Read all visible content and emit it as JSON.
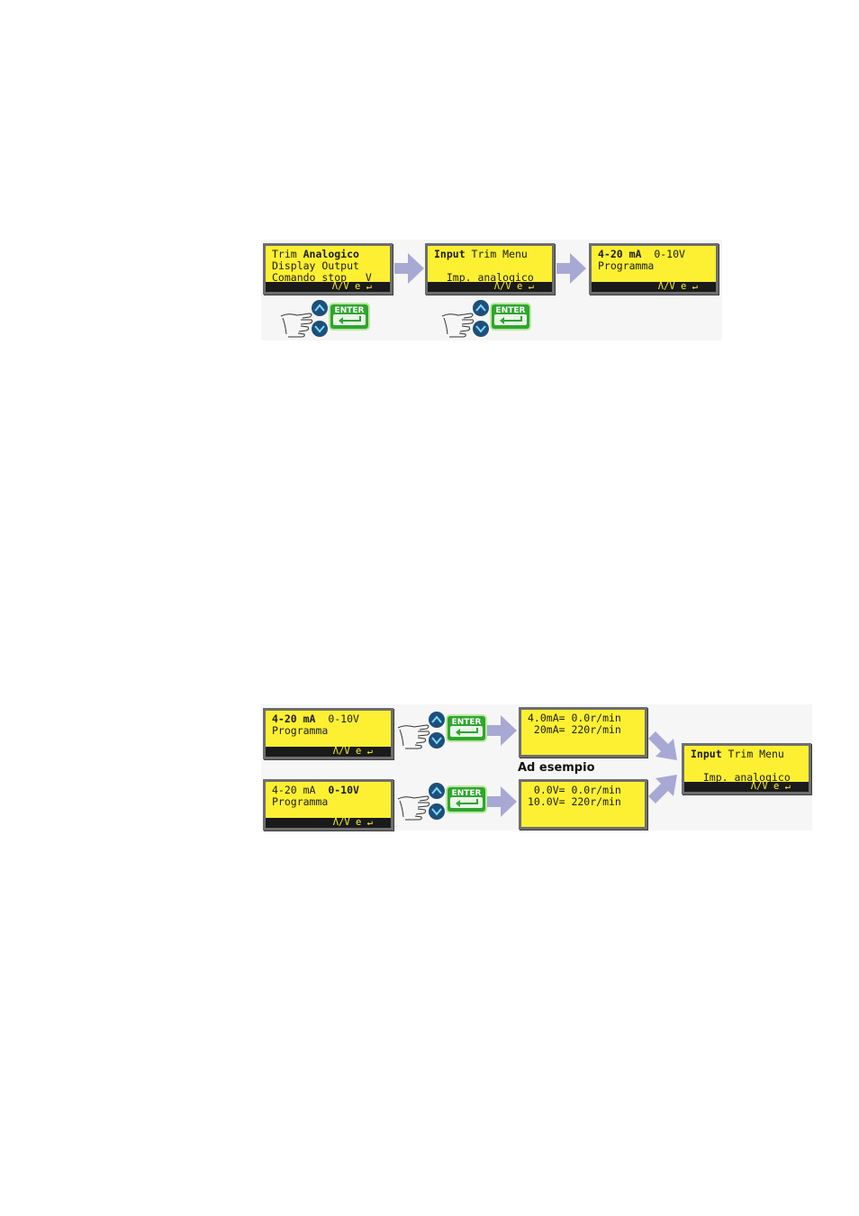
{
  "colors": {
    "lcd_bg": "#fdf032",
    "arrow": "#a8a8d4",
    "enter_key": "#2fa52f",
    "nav_key": "#1d4f7a"
  },
  "nav_hint": "Λ/V e ↵",
  "enter_label": "ENTER",
  "flow1": {
    "screen1": {
      "line1_a": "Trim ",
      "line1_b": "Analogico",
      "line2": "Display Output",
      "line3": "Comando stop   V"
    },
    "screen2": {
      "line1_a": "Input",
      "line1_b": " Trim Menu",
      "line3": "  Imp. analogico"
    },
    "screen3": {
      "line1_a": "4-20 mA",
      "line1_b": "  0-10V",
      "line2": "Programma"
    }
  },
  "flow2": {
    "sel_ma": {
      "line1_a": "4-20 mA",
      "line1_b": "  0-10V",
      "line2": "Programma"
    },
    "sel_v": {
      "line1_a": "4-20 mA  ",
      "line1_b": "0-10V",
      "line2": "Programma"
    },
    "ma_values": {
      "line1": "4.0mA= 0.0r/min",
      "line2": " 20mA= 220r/min"
    },
    "v_values": {
      "line1": " 0.0V= 0.0r/min",
      "line2": "10.0V= 220r/min"
    },
    "result": {
      "line1_a": "Input",
      "line1_b": " Trim Menu",
      "line3": "  Imp. analogico"
    },
    "caption": "Ad esempio"
  }
}
